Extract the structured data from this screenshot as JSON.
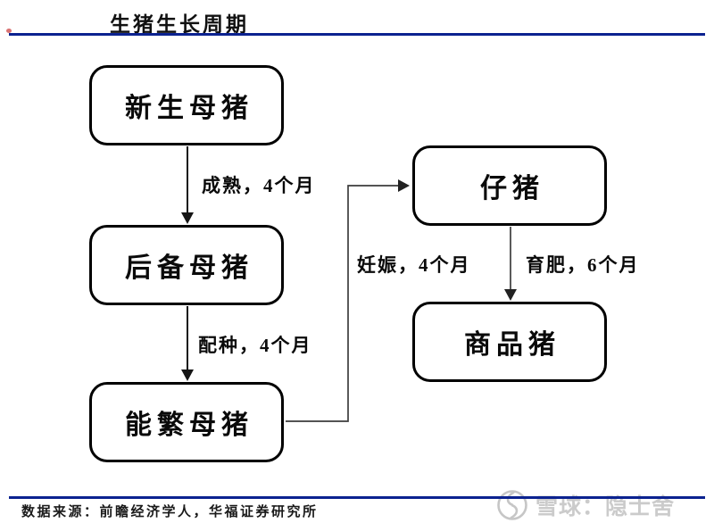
{
  "title": "生猪生长周期",
  "flowchart": {
    "nodes": [
      {
        "id": "newborn-sow",
        "label": "新生母猪"
      },
      {
        "id": "reserve-sow",
        "label": "后备母猪"
      },
      {
        "id": "breeding-sow",
        "label": "能繁母猪"
      },
      {
        "id": "piglet",
        "label": "仔猪"
      },
      {
        "id": "market-hog",
        "label": "商品猪"
      }
    ],
    "edges": [
      {
        "from": "新生母猪",
        "to": "后备母猪",
        "label": "成熟，4个月"
      },
      {
        "from": "后备母猪",
        "to": "能繁母猪",
        "label": "配种，4个月"
      },
      {
        "from": "能繁母猪",
        "to": "仔猪",
        "label": "妊娠，4个月"
      },
      {
        "from": "仔猪",
        "to": "商品猪",
        "label": "育肥，6个月"
      }
    ]
  },
  "footer": {
    "source": "数据来源：前瞻经济学人，华福证券研究所"
  },
  "watermark": {
    "logo_icon": "xueqiu-snowball-icon",
    "brand": "雪球：隐士舍"
  },
  "colors": {
    "accent_line": "#0b2290",
    "node_border": "#000000",
    "watermark_gray": "#cbcbcb",
    "red_mark": "#cc4444"
  }
}
